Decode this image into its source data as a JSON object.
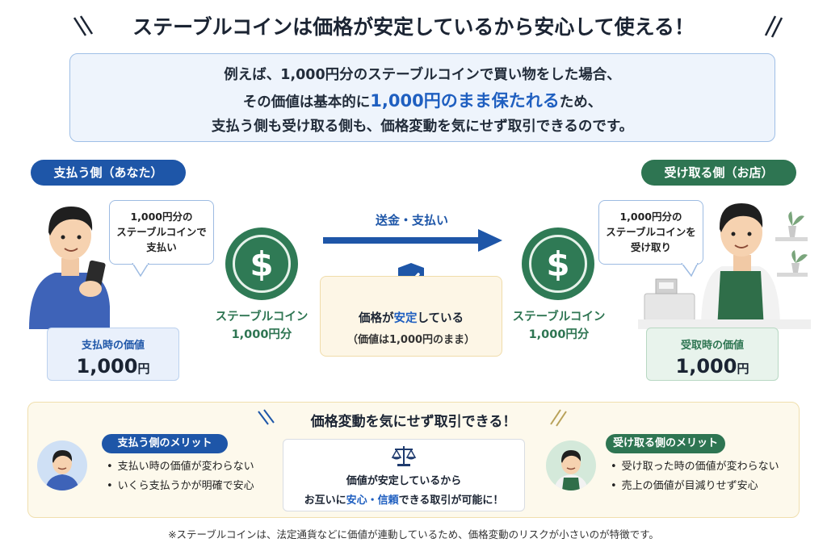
{
  "title": "ステーブルコインは価格が安定しているから安心して使える！",
  "intro": {
    "line1": "例えば、1,000円分のステーブルコインで買い物をした場合、",
    "line2_pre": "その価値は基本的に",
    "line2_highlight": "1,000円のまま保たれる",
    "line2_post": "ため、",
    "line3": "支払う側も受け取る側も、価格変動を気にせず取引できるのです。"
  },
  "payer": {
    "pill": "支払う側（あなた）",
    "bubble": [
      "1,000円分の",
      "ステーブルコインで",
      "支払い"
    ],
    "value_label": "支払時の価値",
    "value_amount": "1,000",
    "value_unit": "円"
  },
  "receiver": {
    "pill": "受け取る側（お店）",
    "bubble": [
      "1,000円分の",
      "ステーブルコインを",
      "受け取り"
    ],
    "value_label": "受取時の価値",
    "value_amount": "1,000",
    "value_unit": "円"
  },
  "coin_left": {
    "symbol": "$",
    "label1": "ステーブルコイン",
    "label2": "1,000円分"
  },
  "coin_right": {
    "symbol": "$",
    "label1": "ステーブルコイン",
    "label2": "1,000円分"
  },
  "transfer": {
    "label": "送金・支払い"
  },
  "stable_box": {
    "line1_pre": "価格が",
    "line1_highlight": "安定",
    "line1_post": "している",
    "line2": "（価値は1,000円のまま）"
  },
  "benefits": {
    "heading": "価格変動を気にせず取引できる！",
    "payer_pill": "支払う側のメリット",
    "payer_items": [
      "支払い時の価値が変わらない",
      "いくら支払うかが明確で安心"
    ],
    "receiver_pill": "受け取る側のメリット",
    "receiver_items": [
      "受け取った時の価値が変わらない",
      "売上の価値が目減りせず安心"
    ],
    "center_line1": "価値が安定しているから",
    "center_line2_pre": "お互いに",
    "center_line2_hl1": "安心",
    "center_line2_mid": "・",
    "center_line2_hl2": "信頼",
    "center_line2_post": "できる取引が可能に！"
  },
  "footnote": "※ステーブルコインは、法定通貨などに価値が連動しているため、価格変動のリスクが小さいのが特徴です。",
  "colors": {
    "blue": "#1e56a8",
    "green": "#2e7552",
    "highlight": "#1f5fc0",
    "coin": "#2f7a55"
  }
}
